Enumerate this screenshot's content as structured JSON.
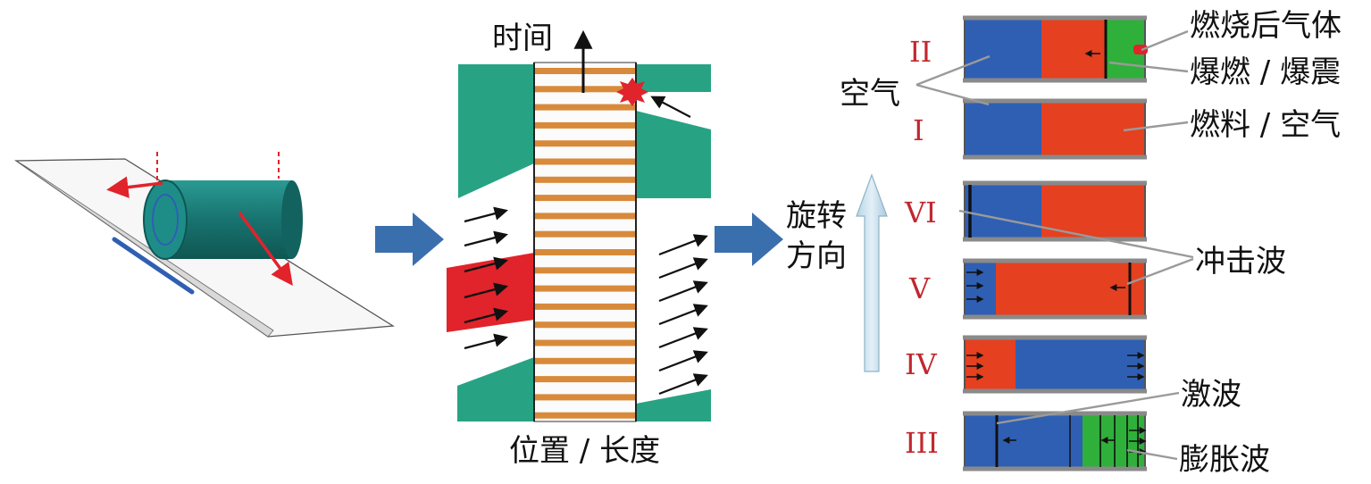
{
  "colors": {
    "air": "#2f5fb3",
    "fuel_air": "#e5401f",
    "burned_gas": "#2fb03a",
    "wall_teal": "#27a384",
    "channel": "#d88a3a",
    "arrow_blue": "#3a6fae",
    "hot_red": "#e1232b",
    "roman": "#c0282e"
  },
  "center": {
    "time_label": "时间",
    "position_label": "位置 / 长度"
  },
  "rotation_label": [
    "旋转",
    "方向"
  ],
  "stages": [
    {
      "roman": "II",
      "layers": [
        "air",
        "fuel_air",
        "burned_gas"
      ]
    },
    {
      "roman": "I",
      "layers": [
        "air",
        "fuel_air"
      ]
    },
    {
      "roman": "VI",
      "layers": [
        "air",
        "fuel_air"
      ]
    },
    {
      "roman": "V",
      "layers": [
        "air",
        "fuel_air"
      ]
    },
    {
      "roman": "IV",
      "layers": [
        "fuel_air",
        "air"
      ]
    },
    {
      "roman": "III",
      "layers": [
        "air",
        "burned_gas"
      ]
    }
  ],
  "callouts": {
    "burned_gas": "燃烧后气体",
    "deflagration": "爆燃 / 爆震",
    "air": "空气",
    "fuel_air": "燃料 / 空气",
    "shock_wave": "冲击波",
    "shock": "激波",
    "expansion_wave": "膨胀波"
  }
}
